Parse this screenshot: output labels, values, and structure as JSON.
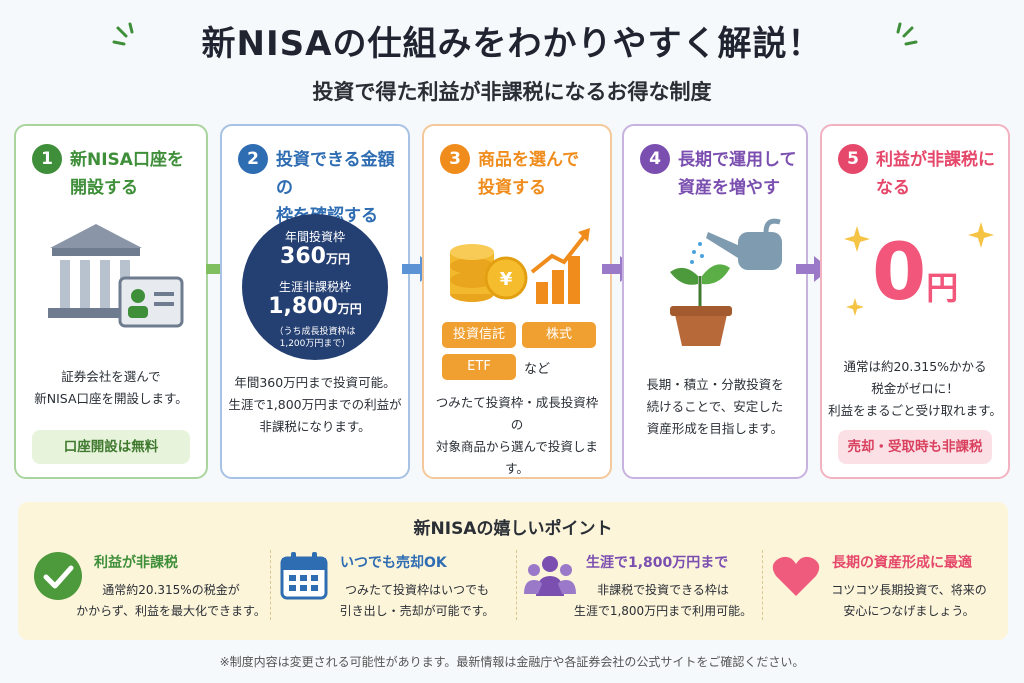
{
  "title": "新NISAの仕組みをわかりやすく解説！",
  "subtitle": "投資で得た利益が非課税になるお得な制度",
  "colors": {
    "step1": "#3f8f3a",
    "step2": "#2f6db3",
    "step3": "#ef8c1c",
    "step4": "#7b4fb0",
    "step5": "#e5486a"
  },
  "steps": [
    {
      "number": "1",
      "heading": "新NISA口座を\n開設する",
      "icon": "bank-building-icon",
      "description": "証券会社を選んで\n新NISA口座を開設します。",
      "pill": "口座開設は無料"
    },
    {
      "number": "2",
      "heading": "投資できる金額の\n枠を確認する",
      "circle": {
        "annual_label": "年間投資枠",
        "annual_value": "360",
        "annual_unit": "万円",
        "lifetime_label": "生涯非課税枠",
        "lifetime_value": "1,800",
        "lifetime_unit": "万円",
        "note": "（うち成長投資枠は\n1,200万円まで）"
      },
      "description": "年間360万円まで投資可能。\n生涯で1,800万円までの利益が\n非課税になります。"
    },
    {
      "number": "3",
      "heading": "商品を選んで\n投資する",
      "icon": "coins-growth-chart-icon",
      "tags": [
        "投資信託",
        "株式",
        "ETF"
      ],
      "tags_suffix": "など",
      "description": "つみたて投資枠・成長投資枠の\n対象商品から選んで投資します。"
    },
    {
      "number": "4",
      "heading": "長期で運用して\n資産を増やす",
      "icon": "watering-plant-icon",
      "description": "長期・積立・分散投資を\n続けることで、安定した\n資産形成を目指します。"
    },
    {
      "number": "5",
      "heading": "利益が非課税に\nなる",
      "zero_value": "0",
      "zero_unit": "円",
      "description": "通常は約20.315%かかる\n税金がゼロに！\n利益をまるごと受け取れます。",
      "pill": "売却・受取時も非課税"
    }
  ],
  "benefits": {
    "title": "新NISAの嬉しいポイント",
    "items": [
      {
        "icon": "check-circle-icon",
        "title": "利益が非課税",
        "description": "通常約20.315%の税金が\nかからず、利益を最大化できます。"
      },
      {
        "icon": "calendar-icon",
        "title": "いつでも売却OK",
        "description": "つみたて投資枠はいつでも\n引き出し・売却が可能です。"
      },
      {
        "icon": "people-group-icon",
        "title": "生涯で1,800万円まで",
        "description": "非課税で投資できる枠は\n生涯で1,800万円まで利用可能。"
      },
      {
        "icon": "heart-icon",
        "title": "長期の資産形成に最適",
        "description": "コツコツ長期投資で、将来の\n安心につなげましょう。"
      }
    ]
  },
  "footnote": "※制度内容は変更される可能性があります。最新情報は金融庁や各証券会社の公式サイトをご確認ください。"
}
